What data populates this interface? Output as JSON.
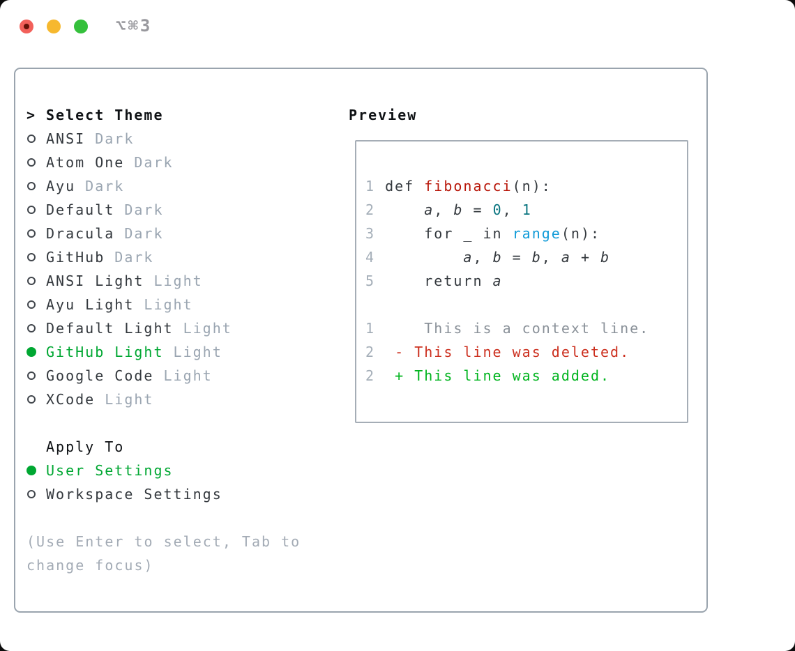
{
  "window": {
    "title": "⌥⌘3"
  },
  "theme_picker": {
    "header": {
      "prompt": ">",
      "label": "Select Theme"
    },
    "themes": [
      {
        "name": "ANSI",
        "tag": "Dark",
        "selected": false
      },
      {
        "name": "Atom One",
        "tag": "Dark",
        "selected": false
      },
      {
        "name": "Ayu",
        "tag": "Dark",
        "selected": false
      },
      {
        "name": "Default",
        "tag": "Dark",
        "selected": false
      },
      {
        "name": "Dracula",
        "tag": "Dark",
        "selected": false
      },
      {
        "name": "GitHub",
        "tag": "Dark",
        "selected": false
      },
      {
        "name": "ANSI Light",
        "tag": "Light",
        "selected": false
      },
      {
        "name": "Ayu Light",
        "tag": "Light",
        "selected": false
      },
      {
        "name": "Default Light",
        "tag": "Light",
        "selected": false
      },
      {
        "name": "GitHub Light",
        "tag": "Light",
        "selected": true
      },
      {
        "name": "Google Code",
        "tag": "Light",
        "selected": false
      },
      {
        "name": "XCode",
        "tag": "Light",
        "selected": false
      }
    ],
    "apply_to": {
      "label": "Apply To",
      "options": [
        {
          "name": "User Settings",
          "selected": true
        },
        {
          "name": "Workspace Settings",
          "selected": false
        }
      ]
    },
    "help_lines": [
      "(Use Enter to select, Tab to",
      "change focus)"
    ]
  },
  "preview": {
    "heading": "Preview",
    "lines": [
      {
        "kind": "code",
        "segments": [
          {
            "text": "1 ",
            "style": "lineno"
          },
          {
            "text": "def ",
            "style": "code"
          },
          {
            "text": "fibonacci",
            "style": "function"
          },
          {
            "text": "(n):",
            "style": "code"
          }
        ]
      },
      {
        "kind": "code",
        "segments": [
          {
            "text": "2 ",
            "style": "lineno"
          },
          {
            "text": "    ",
            "style": "code"
          },
          {
            "text": "a",
            "style": "variable"
          },
          {
            "text": ", ",
            "style": "code"
          },
          {
            "text": "b",
            "style": "variable"
          },
          {
            "text": " = ",
            "style": "code"
          },
          {
            "text": "0",
            "style": "number"
          },
          {
            "text": ", ",
            "style": "code"
          },
          {
            "text": "1",
            "style": "number"
          }
        ]
      },
      {
        "kind": "code",
        "segments": [
          {
            "text": "3 ",
            "style": "lineno"
          },
          {
            "text": "    for _ in ",
            "style": "code"
          },
          {
            "text": "range",
            "style": "builtin"
          },
          {
            "text": "(n):",
            "style": "code"
          }
        ]
      },
      {
        "kind": "code",
        "segments": [
          {
            "text": "4 ",
            "style": "lineno"
          },
          {
            "text": "        ",
            "style": "code"
          },
          {
            "text": "a",
            "style": "variable"
          },
          {
            "text": ", ",
            "style": "code"
          },
          {
            "text": "b",
            "style": "variable"
          },
          {
            "text": " = ",
            "style": "code"
          },
          {
            "text": "b",
            "style": "variable"
          },
          {
            "text": ", ",
            "style": "code"
          },
          {
            "text": "a",
            "style": "variable"
          },
          {
            "text": " + ",
            "style": "code"
          },
          {
            "text": "b",
            "style": "variable"
          }
        ]
      },
      {
        "kind": "code",
        "segments": [
          {
            "text": "5 ",
            "style": "lineno"
          },
          {
            "text": "    return ",
            "style": "code"
          },
          {
            "text": "a",
            "style": "variable"
          }
        ]
      },
      {
        "kind": "blank",
        "segments": []
      },
      {
        "kind": "diff-context",
        "segments": [
          {
            "text": "1 ",
            "style": "lineno"
          },
          {
            "text": "    ",
            "style": "code"
          },
          {
            "text": "This is a context line.",
            "style": "context"
          }
        ]
      },
      {
        "kind": "diff-deleted",
        "segments": [
          {
            "text": "2 ",
            "style": "lineno"
          },
          {
            "text": " ",
            "style": "code"
          },
          {
            "text": "- This line was deleted.",
            "style": "deleted"
          }
        ]
      },
      {
        "kind": "diff-added",
        "segments": [
          {
            "text": "2 ",
            "style": "lineno"
          },
          {
            "text": " ",
            "style": "code"
          },
          {
            "text": "+ This line was added.",
            "style": "added"
          }
        ]
      }
    ]
  },
  "colors": {
    "window_border": "#9aa4ae",
    "preview_border": "#a5adb6",
    "heading": "#0e1114",
    "text": "#33383d",
    "tag": "#9aa5b1",
    "green": "#00a732",
    "circle": "#41464c",
    "help": "#a3abb5",
    "lineno": "#a4aeb8",
    "code": "#33383d",
    "function": "#b81609",
    "number": "#0a7580",
    "builtin": "#119bd8",
    "context": "#8a9199",
    "deleted": "#cc2f1e",
    "added": "#00b41e",
    "title": "#98989d",
    "traffic_red": "#f2605a",
    "traffic_red_dot": "#641107",
    "traffic_yellow": "#f6b82e",
    "traffic_green": "#35c03c"
  }
}
